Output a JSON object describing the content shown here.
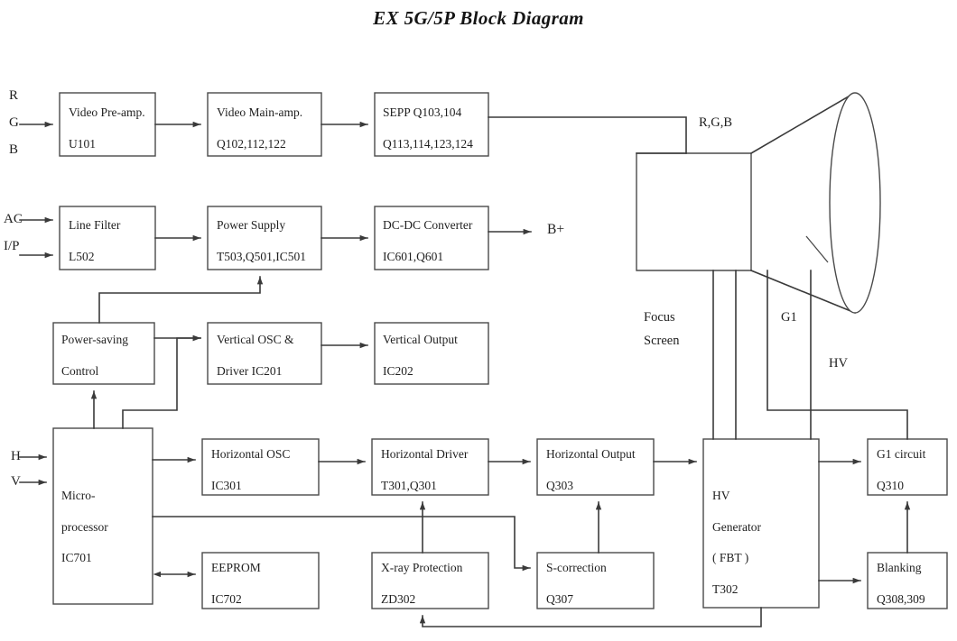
{
  "title": "EX 5G/5P Block Diagram",
  "colors": {
    "line": "#3a3a3a",
    "box_border": "#4a4a4a",
    "text": "#1f1f1f",
    "background": "#ffffff"
  },
  "signals": {
    "r": "R",
    "g": "G",
    "b": "B",
    "ac": "AC",
    "ip": "I/P",
    "h": "H",
    "v": "V",
    "bplus": "B+",
    "rgb_out": "R,G,B",
    "focus": "Focus",
    "screen": "Screen",
    "g1": "G1",
    "hv": "HV"
  },
  "blocks": [
    {
      "id": "video-preamp",
      "line1": "Video Pre-amp.",
      "line2": "U101"
    },
    {
      "id": "video-mainamp",
      "line1": "Video Main-amp.",
      "line2": "Q102,112,122"
    },
    {
      "id": "sepp",
      "line1": "SEPP Q103,104",
      "line2": "Q113,114,123,124"
    },
    {
      "id": "line-filter",
      "line1": "Line Filter",
      "line2": "L502"
    },
    {
      "id": "power-supply",
      "line1": "Power Supply",
      "line2": "T503,Q501,IC501"
    },
    {
      "id": "dc-dc-converter",
      "line1": "DC-DC Converter",
      "line2": "IC601,Q601"
    },
    {
      "id": "power-saving",
      "line1": "Power-saving",
      "line2": "Control"
    },
    {
      "id": "vertical-osc",
      "line1": "Vertical OSC &",
      "line2": "Driver IC201"
    },
    {
      "id": "vertical-output",
      "line1": "Vertical Output",
      "line2": "IC202"
    },
    {
      "id": "microprocessor",
      "line1": "Micro-",
      "line2": "processor",
      "line3": "IC701"
    },
    {
      "id": "horizontal-osc",
      "line1": "Horizontal OSC",
      "line2": "IC301"
    },
    {
      "id": "horizontal-driver",
      "line1": "Horizontal Driver",
      "line2": "T301,Q301"
    },
    {
      "id": "horizontal-output",
      "line1": "Horizontal Output",
      "line2": "Q303"
    },
    {
      "id": "hv-generator",
      "line1": "HV",
      "line2": "Generator",
      "line3": "( FBT )",
      "line4": "T302"
    },
    {
      "id": "g1-circuit",
      "line1": "G1 circuit",
      "line2": "Q310"
    },
    {
      "id": "eeprom",
      "line1": "EEPROM",
      "line2": "IC702"
    },
    {
      "id": "xray-protection",
      "line1": "X-ray Protection",
      "line2": "ZD302"
    },
    {
      "id": "s-correction",
      "line1": "S-correction",
      "line2": "Q307"
    },
    {
      "id": "blanking",
      "line1": "Blanking",
      "line2": "Q308,309"
    }
  ]
}
